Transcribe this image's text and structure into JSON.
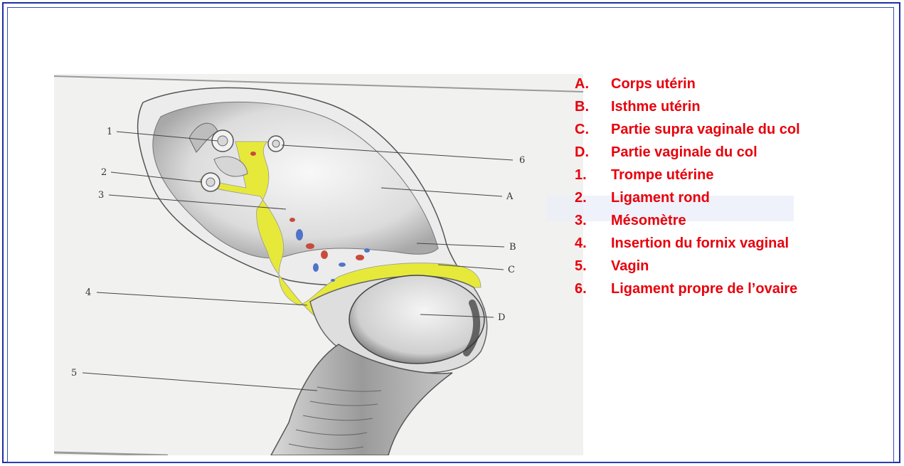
{
  "diagram": {
    "figure_labels": {
      "n1": "1",
      "n2": "2",
      "n3": "3",
      "n4": "4",
      "n5": "5",
      "n6": "6",
      "A": "A",
      "B": "B",
      "C": "C",
      "D": "D"
    }
  },
  "legend": {
    "color": "#e8000b",
    "items": [
      {
        "key": "A.",
        "text": "Corps utérin"
      },
      {
        "key": "B.",
        "text": "Isthme utérin"
      },
      {
        "key": "C.",
        "text": "Partie supra vaginale du col"
      },
      {
        "key": "D.",
        "text": "Partie vaginale du col"
      },
      {
        "key": "1.",
        "text": "Trompe utérine"
      },
      {
        "key": "2.",
        "text": "Ligament rond"
      },
      {
        "key": "3.",
        "text": "Mésomètre"
      },
      {
        "key": "4.",
        "text": "Insertion du fornix vaginal"
      },
      {
        "key": "5.",
        "text": "Vagin"
      },
      {
        "key": "6.",
        "text": "Ligament propre de l’ovaire"
      }
    ]
  },
  "colors": {
    "frame": "#1f2fa8",
    "mesometre": "#e6e93a",
    "tissue": "#d4d4d4"
  }
}
